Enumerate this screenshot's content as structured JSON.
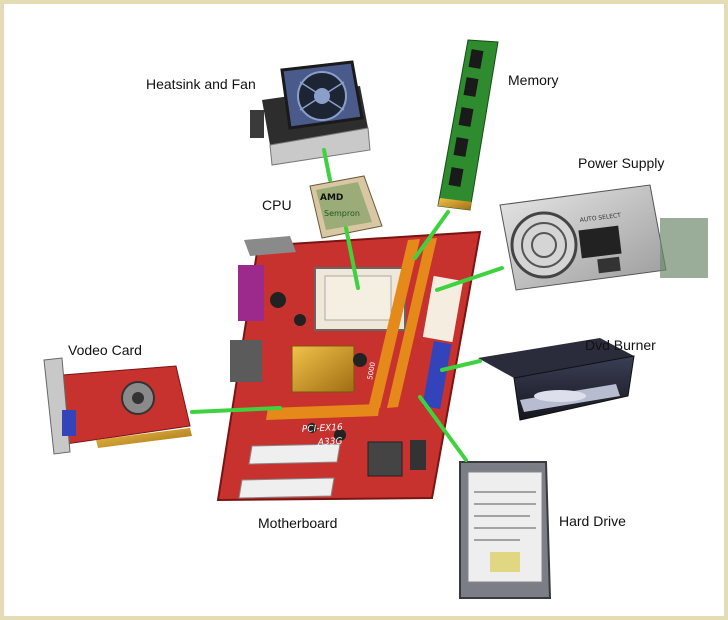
{
  "labels": {
    "heatsink": "Heatsink and Fan",
    "memory": "Memory",
    "cpu": "CPU",
    "power_supply": "Power Supply",
    "video_card": "Vodeo Card",
    "dvd_burner": "Dvd Burner",
    "motherboard": "Motherboard",
    "hard_drive": "Hard Drive"
  },
  "printed": {
    "cpu_brand": "AMD",
    "cpu_model": "Sempron",
    "slot_text": "PCI-EX16",
    "board_model": "A33G",
    "psu_sticker": "AUTO SELECT",
    "pcb_mark": "5000"
  },
  "colors": {
    "connector": "#3fd23f",
    "frame": "#e4dcb4",
    "pcb": "#c8322e",
    "ram": "#2e8b2e"
  }
}
